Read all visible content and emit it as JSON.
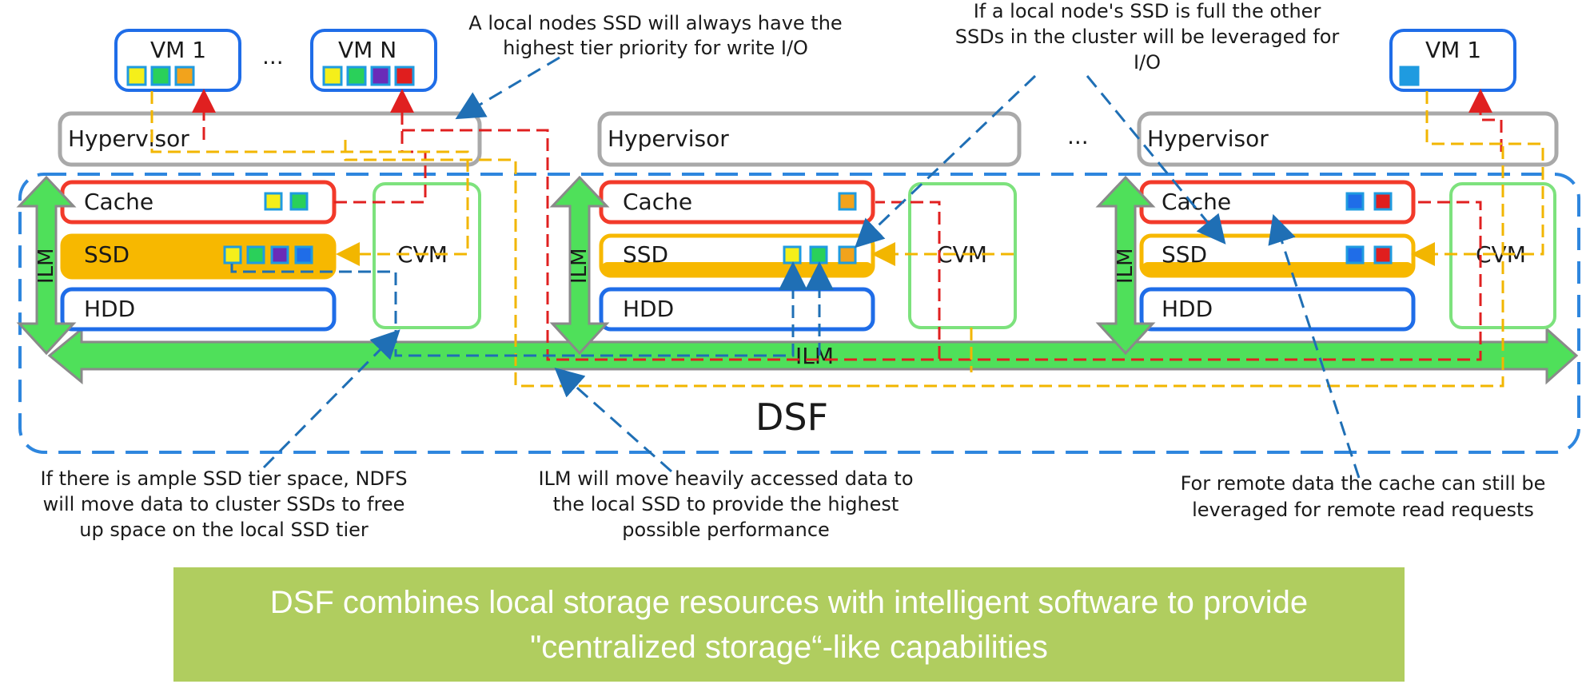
{
  "colors": {
    "cache": "#f23a2a",
    "ssd": "#f7b800",
    "hdd": "#1f6de8",
    "cvm": "#7de27d",
    "hypervisor": "#a9a9a9",
    "vm": "#1f6de8",
    "ilm_arrow": "#4fe05a",
    "dsf_border": "#2e86de",
    "banner_bg": "#b0cd5f",
    "red_path": "#e02020",
    "yellow_path": "#f2b600",
    "blue_path": "#1f6fb5"
  },
  "nodes": [
    {
      "vms": [
        {
          "label": "VM 1",
          "blocks": [
            "yellow",
            "green",
            "orange"
          ]
        },
        {
          "label": "...",
          "blocks": []
        },
        {
          "label": "VM N",
          "blocks": [
            "yellow",
            "green",
            "purple",
            "red"
          ]
        }
      ],
      "hypervisor": "Hypervisor",
      "cache": "Cache",
      "ssd": "SSD",
      "hdd": "HDD",
      "cvm": "CVM",
      "ilm": "ILM"
    },
    {
      "vms": [],
      "hypervisor": "Hypervisor",
      "cache": "Cache",
      "ssd": "SSD",
      "hdd": "HDD",
      "cvm": "CVM",
      "ilm": "ILM"
    },
    {
      "vms": [
        {
          "label": "VM 1",
          "blocks": [
            "blue"
          ]
        }
      ],
      "hypervisor": "Hypervisor",
      "cache": "Cache",
      "ssd": "SSD",
      "hdd": "HDD",
      "cvm": "CVM",
      "ilm": "ILM"
    }
  ],
  "node_ellipsis": "...",
  "ilm_horizontal": "ILM",
  "dsf_label": "DSF",
  "annotations": {
    "local_ssd_priority": [
      "A local nodes SSD will always have the",
      "highest tier priority for write I/O"
    ],
    "ssd_full": [
      "If a local node's SSD is full the other",
      "SSDs in the cluster will be leveraged for",
      "I/O"
    ],
    "ample_ssd": [
      "If there is ample SSD tier space, NDFS",
      "will move data to cluster SSDs to free",
      "up space on the local SSD tier"
    ],
    "ilm_move": [
      "ILM will move heavily accessed data to",
      "the local SSD to provide the highest",
      "possible performance"
    ],
    "remote_cache": [
      "For remote data the cache can still be",
      "leveraged for remote read requests"
    ]
  },
  "banner": {
    "line1": "DSF combines local storage resources with intelligent software to provide",
    "line2": "\"centralized storage“-like capabilities"
  }
}
